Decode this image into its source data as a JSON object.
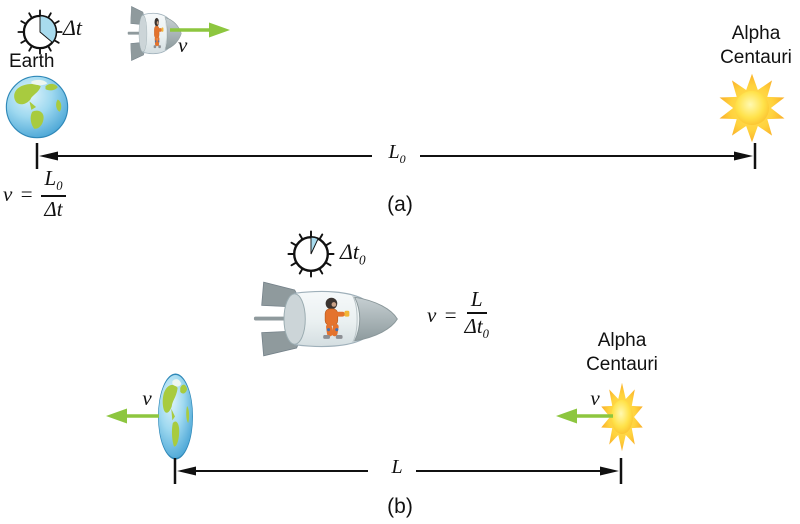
{
  "colors": {
    "arrow_green": "#8dc63f",
    "clock_wedge": "#a8dbee",
    "ink": "#111111"
  },
  "panel_a": {
    "clock_time_symbol": "Δt",
    "earth_label": "Earth",
    "ship_velocity_symbol": "v",
    "star_name_line1": "Alpha",
    "star_name_line2": "Centauri",
    "distance_symbol": "L",
    "distance_subscript": "0",
    "formula": {
      "lhs": "v",
      "relation": "=",
      "numerator": "L",
      "numerator_subscript": "0",
      "denominator": "Δt"
    },
    "caption": "(a)"
  },
  "panel_b": {
    "clock_time_symbol": "Δt",
    "clock_time_subscript": "0",
    "earth_velocity_symbol": "v",
    "star_velocity_symbol": "v",
    "star_name_line1": "Alpha",
    "star_name_line2": "Centauri",
    "distance_symbol": "L",
    "formula": {
      "lhs": "v",
      "relation": "=",
      "numerator": "L",
      "denominator": "Δt",
      "denominator_subscript": "0"
    },
    "caption": "(b)"
  }
}
